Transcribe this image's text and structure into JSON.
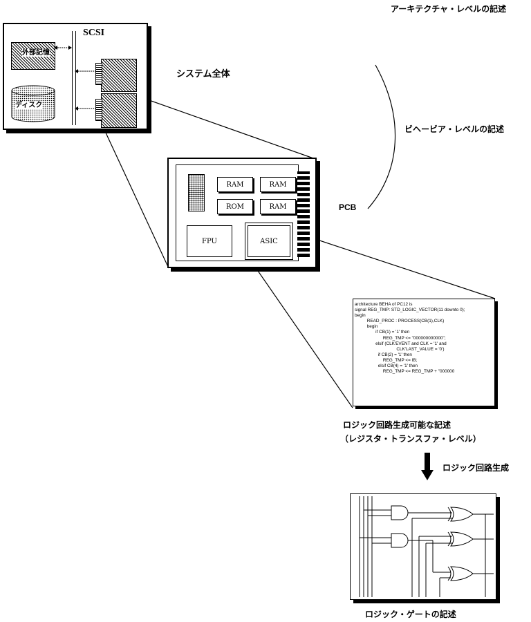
{
  "labels": {
    "architecture": "アーキテクチャ・レベルの記述",
    "system": "システム全体",
    "behavior": "ビヘービア・レベルの記述",
    "pcb": "PCB",
    "scsi": "SCSI",
    "external_storage": "外部記憶",
    "disk": "ディスク",
    "rtl_line1": "ロジック回路生成可能な記述",
    "rtl_line2": "（レジスタ・トランスファ・レベル）",
    "logic_gen": "ロジック回路生成",
    "gate_level": "ロジック・ゲートの記述"
  },
  "pcb_chips": {
    "ram1": "RAM",
    "ram2": "RAM",
    "rom": "ROM",
    "ram3": "RAM",
    "fpu": "FPU",
    "asic": "ASIC"
  },
  "code_lines": [
    "architecture BEHA of PC12 is",
    "signal REG_TMP: STD_LOGIC_VECTOR(11 downto 0);",
    "",
    "begin",
    "",
    "          READ_PROC : PROCESS(CB(1),CLK)",
    "          begin",
    "                 if CB(1) = '1' then",
    "                       REG_TMP <= \"000000000000\";",
    "                 elsif (CLK'EVENT and CLK = '1' and",
    "                                  CLK'LAST_VALUE = '0')",
    "                   if CB(2) = '1' then",
    "                       REG_TMP <= IB;",
    "                   elsif CB(4) = '1' then",
    "                       REG_TMP <= REG_TMP + \"000000"
  ]
}
